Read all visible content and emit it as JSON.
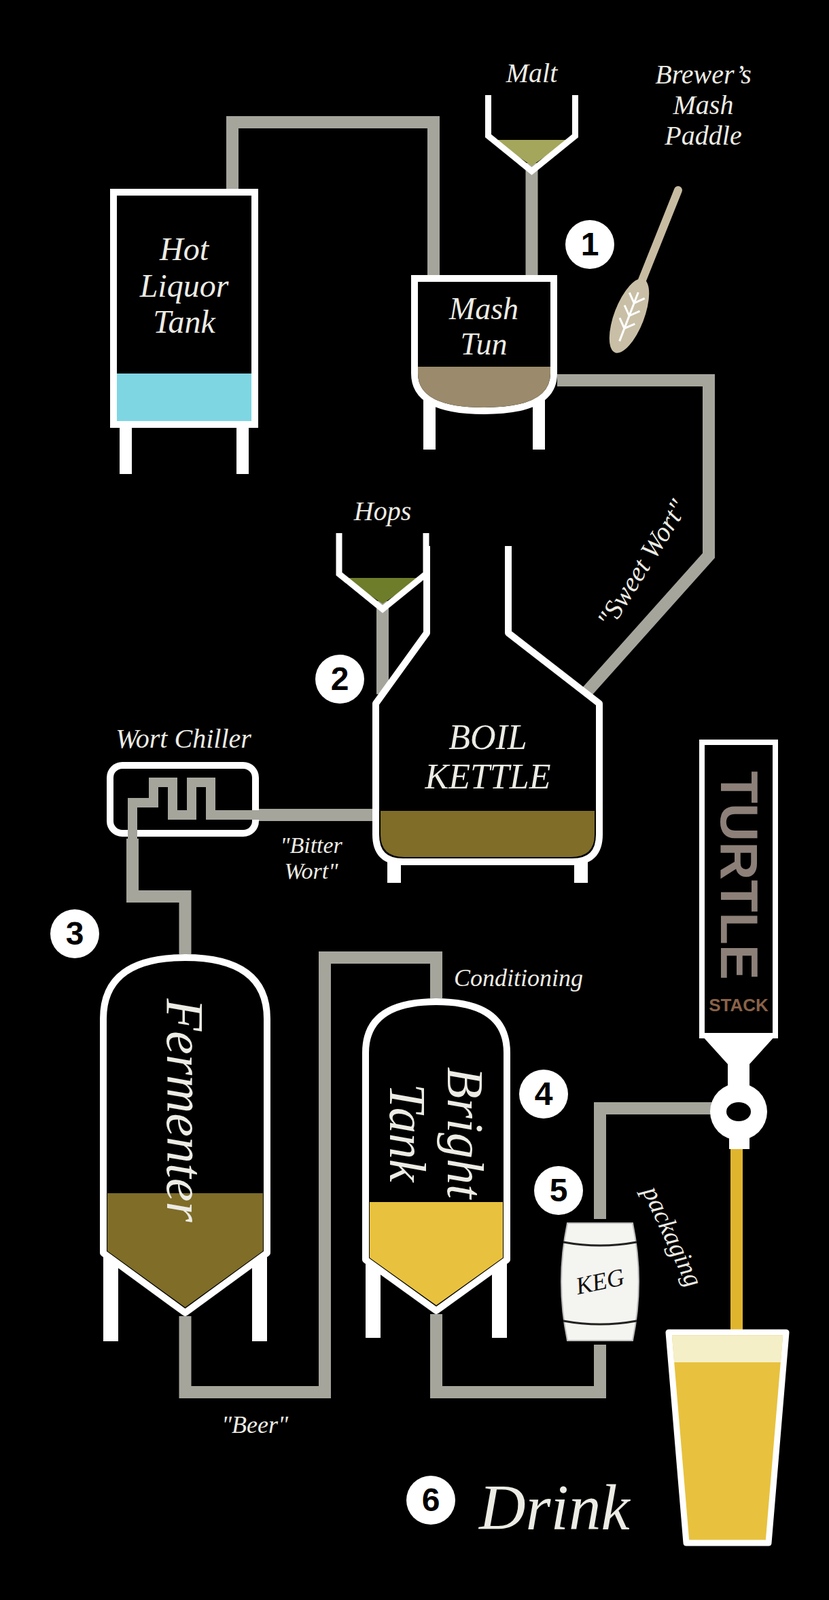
{
  "diagram": {
    "nodes": [
      {
        "text": [
          "Malt"
        ]
      },
      {
        "text": [
          "Hot Liquor Tank"
        ]
      },
      {
        "text": [
          "Mash Tun"
        ]
      },
      {
        "text": [
          "Hops"
        ]
      },
      {
        "text": [
          "BOIL KETTLE"
        ]
      },
      {
        "text": [
          "Wort Chiller"
        ]
      },
      {
        "text": [
          "Fermenter"
        ]
      },
      {
        "text": [
          "Bright Tank"
        ]
      },
      {
        "text": [
          "KEG"
        ]
      },
      {
        "text": [
          "TURTLE",
          "STACK"
        ]
      }
    ],
    "edges": [
      {
        "from": 1,
        "to": 2,
        "arrow": "none"
      },
      {
        "from": 0,
        "to": 2,
        "arrow": "none"
      },
      {
        "from": 2,
        "to": 4,
        "arrow": "none",
        "label": "\"Sweet Wort\""
      },
      {
        "from": 3,
        "to": 4,
        "arrow": "none"
      },
      {
        "from": 4,
        "to": 5,
        "arrow": "none",
        "label": "\"Bitter Wort\""
      },
      {
        "from": 5,
        "to": 6,
        "arrow": "none"
      },
      {
        "from": 6,
        "to": 7,
        "arrow": "none",
        "label": "\"Beer\""
      },
      {
        "from": 7,
        "to": 8,
        "arrow": "none"
      },
      {
        "from": 8,
        "to": 9,
        "arrow": "none"
      }
    ],
    "labels": [
      "Brewer’s Mash Paddle",
      "1",
      "2",
      "3",
      "Conditioning",
      "4",
      "5",
      "packaging",
      "6",
      "Drink"
    ]
  }
}
